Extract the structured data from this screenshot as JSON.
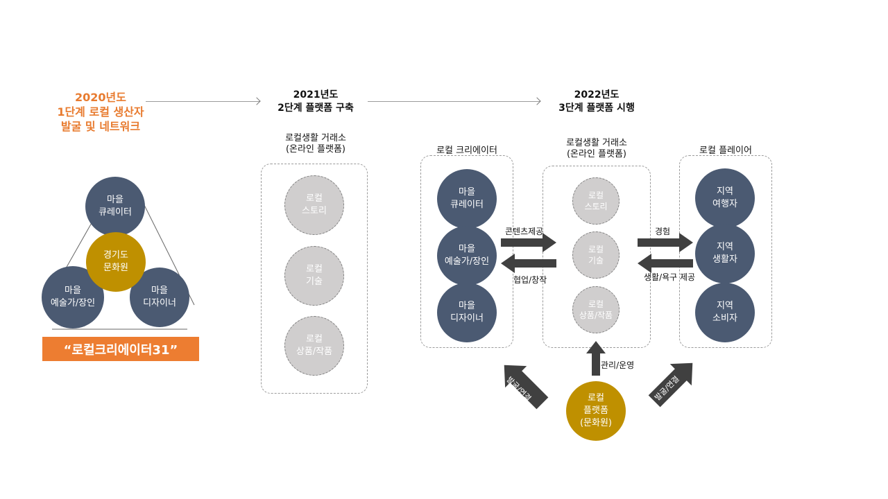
{
  "stage1": {
    "line1": "2020년도",
    "line2": "1단계 로컬 생산자",
    "line3": "발굴 및 네트워크"
  },
  "stage2": {
    "line1": "2021년도",
    "line2": "2단계 플랫폼 구축"
  },
  "stage3": {
    "line1": "2022년도",
    "line2": "3단계 플랫폼 시행"
  },
  "left_cluster": {
    "top": "마을\n큐레이터",
    "center": "경기도\n문화원",
    "left": "마을\n예술가/장인",
    "right": "마을\n디자이너",
    "banner": "“로컬크리에이터31”"
  },
  "platform2021": {
    "title1": "로컬생활 거래소",
    "title2": "(온라인 플랫폼)",
    "items": [
      "로컬\n스토리",
      "로컬\n기술",
      "로컬\n상품/작품"
    ]
  },
  "creators": {
    "title": "로컬 크리에이터",
    "items": [
      "마을\n큐레이터",
      "마을\n예술가/장인",
      "마을\n디자이너"
    ]
  },
  "exchange2022": {
    "title1": "로컬생활 거래소",
    "title2": "(온라인 플랫폼)",
    "items": [
      "로컬\n스토리",
      "로컬\n기술",
      "로컬\n상품/작품"
    ]
  },
  "players": {
    "title": "로컬 플레이어",
    "items": [
      "지역\n여행자",
      "지역\n생활자",
      "지역\n소비자"
    ]
  },
  "arrows": {
    "content": "콘텐츠제공",
    "collab": "협업/창작",
    "experience": "경험",
    "needs": "생활/욕구 제공",
    "manage": "관리/운영",
    "discover_left": "발굴/연결",
    "discover_right": "발굴/연결"
  },
  "hub": {
    "label": "로컬\n플랫폼\n(문화원)"
  },
  "colors": {
    "navy": "#4b5a72",
    "gold": "#bf9000",
    "orange": "#ed7d31",
    "grey": "#d0cece",
    "arrow": "#404040"
  }
}
